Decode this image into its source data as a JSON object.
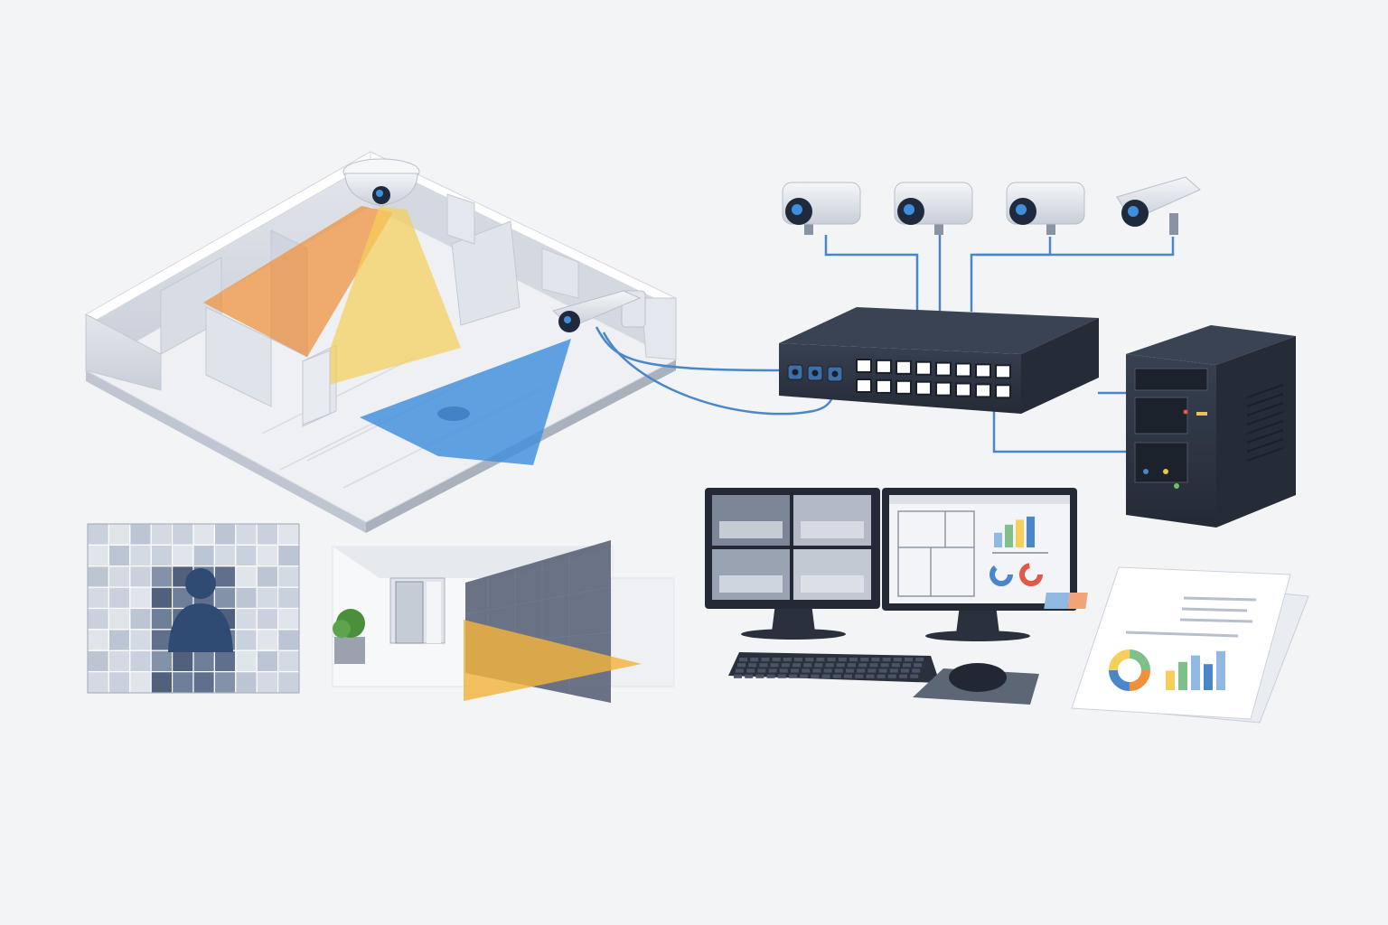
{
  "scene": {
    "description_none": "",
    "colors": {
      "background": "#f3f4f6",
      "wall": "#d9dde5",
      "wall_top": "#ffffff",
      "floor": "#eef0f4",
      "coverage_orange": "#f0903a",
      "coverage_yellow": "#f5cf5a",
      "coverage_blue": "#3f8fdc",
      "device_dark": "#2f3745",
      "device_darker": "#242b36",
      "cable_blue": "#4a87c9",
      "camera_body": "#e7eaef",
      "lens": "#1f2b3c",
      "privacy_mask_dark": "#5f6f8c",
      "privacy_mask_light": "#c9d1de",
      "plant_green": "#4a8f3a",
      "doc_paper": "#ffffff"
    }
  },
  "floorplan": {
    "ceiling_dome_camera": {
      "icon": "dome-camera-icon"
    },
    "wall_bullet_camera": {
      "icon": "bullet-camera-icon"
    }
  },
  "cameras": [
    {
      "icon": "bullet-camera-icon"
    },
    {
      "icon": "bullet-camera-icon"
    },
    {
      "icon": "bullet-camera-icon"
    },
    {
      "icon": "bullet-camera-icon"
    }
  ],
  "switch": {
    "icon": "network-switch-icon",
    "ports": 16,
    "uplink_ports": 3
  },
  "server": {
    "icon": "server-tower-icon"
  },
  "workstation": {
    "left_monitor": {
      "icon": "video-grid-icon",
      "tiles": 4
    },
    "right_monitor": {
      "icon": "analytics-dashboard-icon",
      "bar_values": [
        0.45,
        0.7,
        0.85,
        0.95
      ]
    },
    "keyboard": {
      "icon": "keyboard-icon"
    },
    "mouse": {
      "icon": "mouse-icon"
    }
  },
  "report": {
    "icon": "report-document-icon",
    "bar_values": [
      0.45,
      0.65,
      0.8,
      0.6,
      0.9
    ],
    "pie_colors": [
      "#f0903a",
      "#4a87c9",
      "#f5cf5a",
      "#7fbf8a"
    ]
  },
  "privacy_mask": {
    "icon": "pixelated-person-icon",
    "grid_cols": 10,
    "grid_rows": 8
  },
  "corridor_view": {
    "icon": "doorway-coverage-icon"
  }
}
